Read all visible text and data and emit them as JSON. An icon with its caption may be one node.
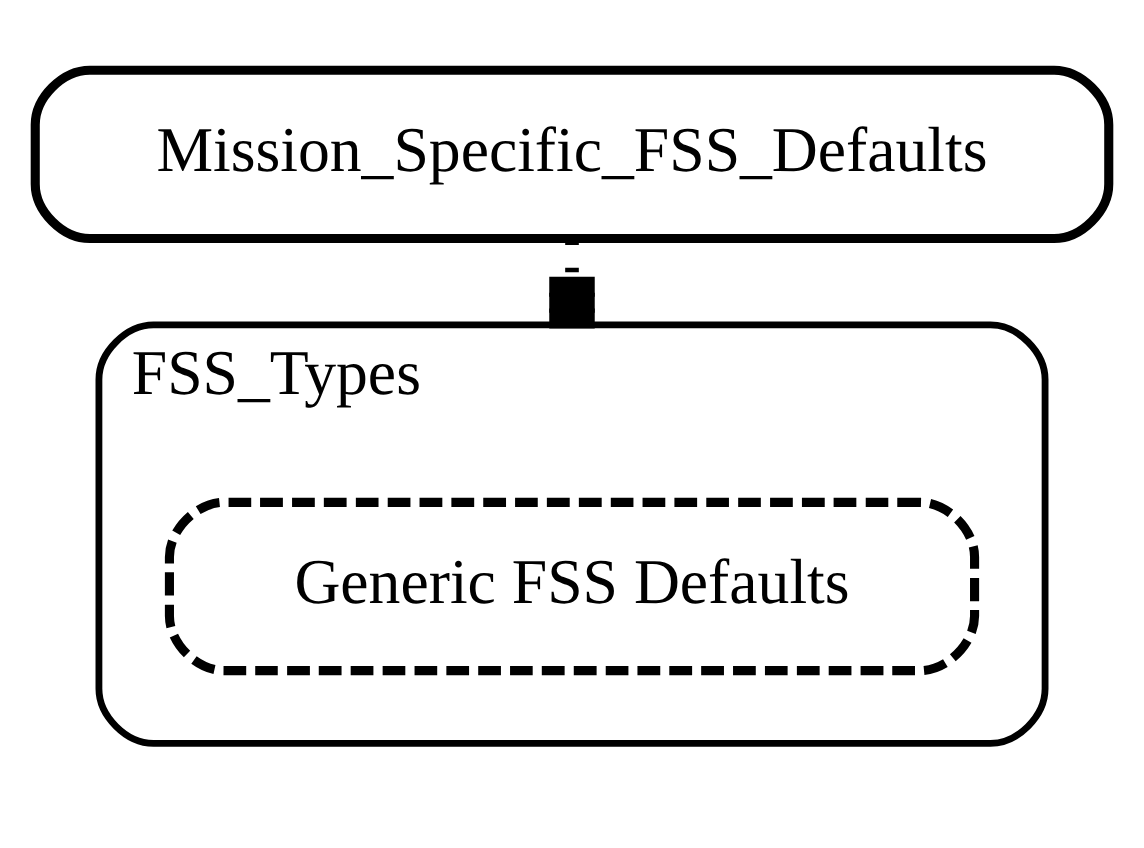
{
  "diagram": {
    "nodes": [
      {
        "text": [
          "Mission_Specific_FSS_Defaults"
        ]
      },
      {
        "text": [
          "FSS_Types"
        ]
      },
      {
        "text": [
          "Generic FSS Defaults"
        ],
        "in": 1
      }
    ],
    "edges": [
      {
        "from": 0,
        "to": 1,
        "arrow": "other",
        "style": "dashed"
      }
    ]
  }
}
